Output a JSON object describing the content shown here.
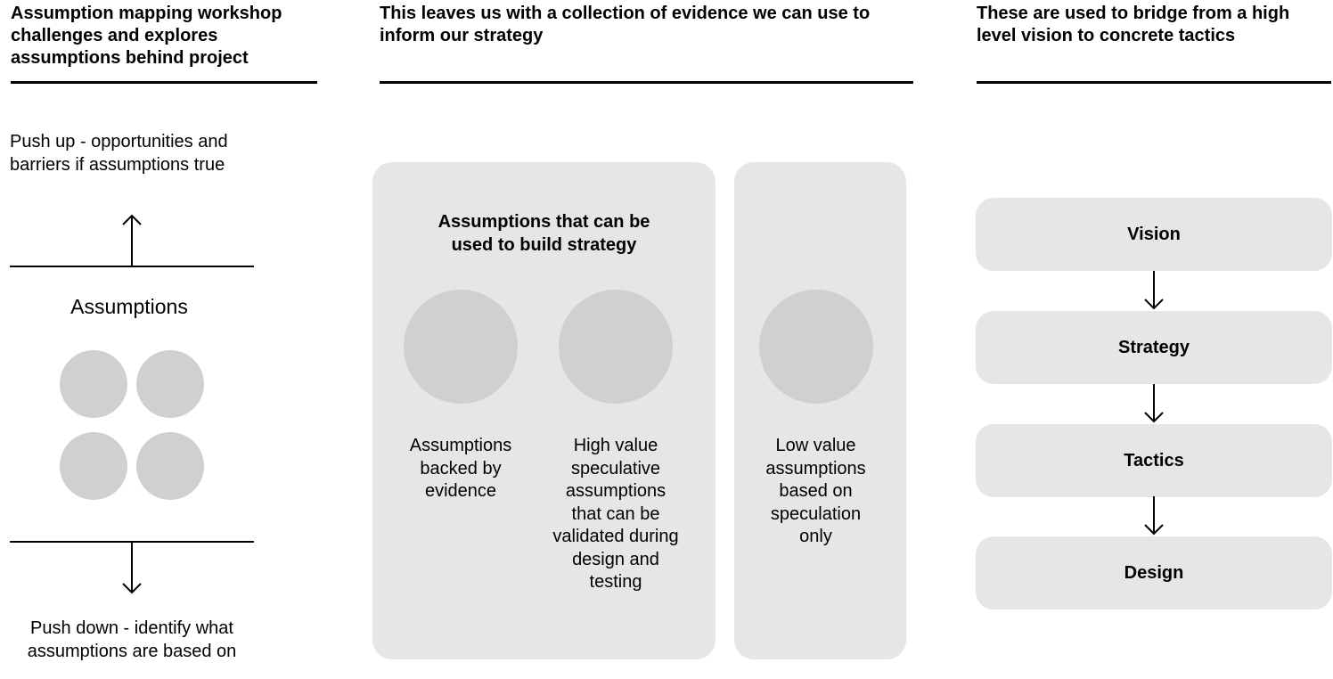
{
  "columns": {
    "left": {
      "heading": "Assumption mapping workshop\nchallenges and explores\nassumptions behind project",
      "push_up": "Push up - opportunities and\nbarriers if assumptions true",
      "center_label": "Assumptions",
      "push_down": "Push down - identify what\nassumptions are based on"
    },
    "middle": {
      "heading": "This leaves us with a collection of evidence we can use to\ninform our strategy",
      "strategy_panel": {
        "title": "Assumptions that can be\nused to build strategy",
        "items": [
          {
            "label": "Assumptions\nbacked by\nevidence"
          },
          {
            "label": "High value\nspeculative\nassumptions\nthat can be\nvalidated during\ndesign and\ntesting"
          }
        ]
      },
      "speculation_panel": {
        "items": [
          {
            "label": "Low value\nassumptions\nbased on\nspeculation\nonly"
          }
        ]
      }
    },
    "right": {
      "heading": "These are used to bridge from a high\nlevel vision to concrete tactics",
      "levels": [
        "Vision",
        "Strategy",
        "Tactics",
        "Design"
      ]
    }
  },
  "colors": {
    "panel": "#e6e6e6",
    "circle": "#d0d0d0",
    "ink": "#000000"
  }
}
